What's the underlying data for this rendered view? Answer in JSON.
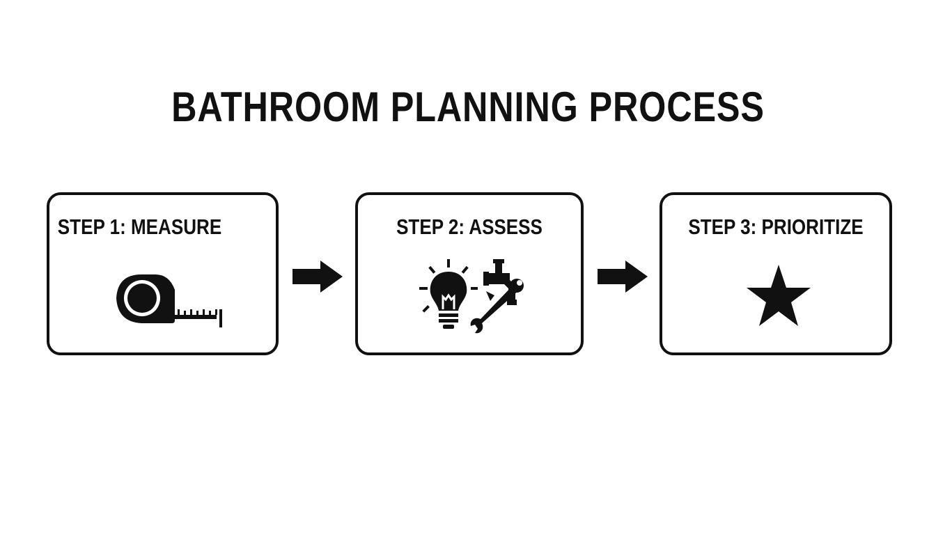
{
  "title": "BATHROOM PLANNING PROCESS",
  "steps": [
    {
      "label": "STEP 1: MEASURE",
      "icon": "tape-measure-icon"
    },
    {
      "label": "STEP 2: ASSESS",
      "icon": "lightbulb-and-pipe-wrench-icon"
    },
    {
      "label": "STEP 3: PRIORITIZE",
      "icon": "star-icon"
    }
  ],
  "colors": {
    "ink": "#111111",
    "background": "#ffffff"
  }
}
